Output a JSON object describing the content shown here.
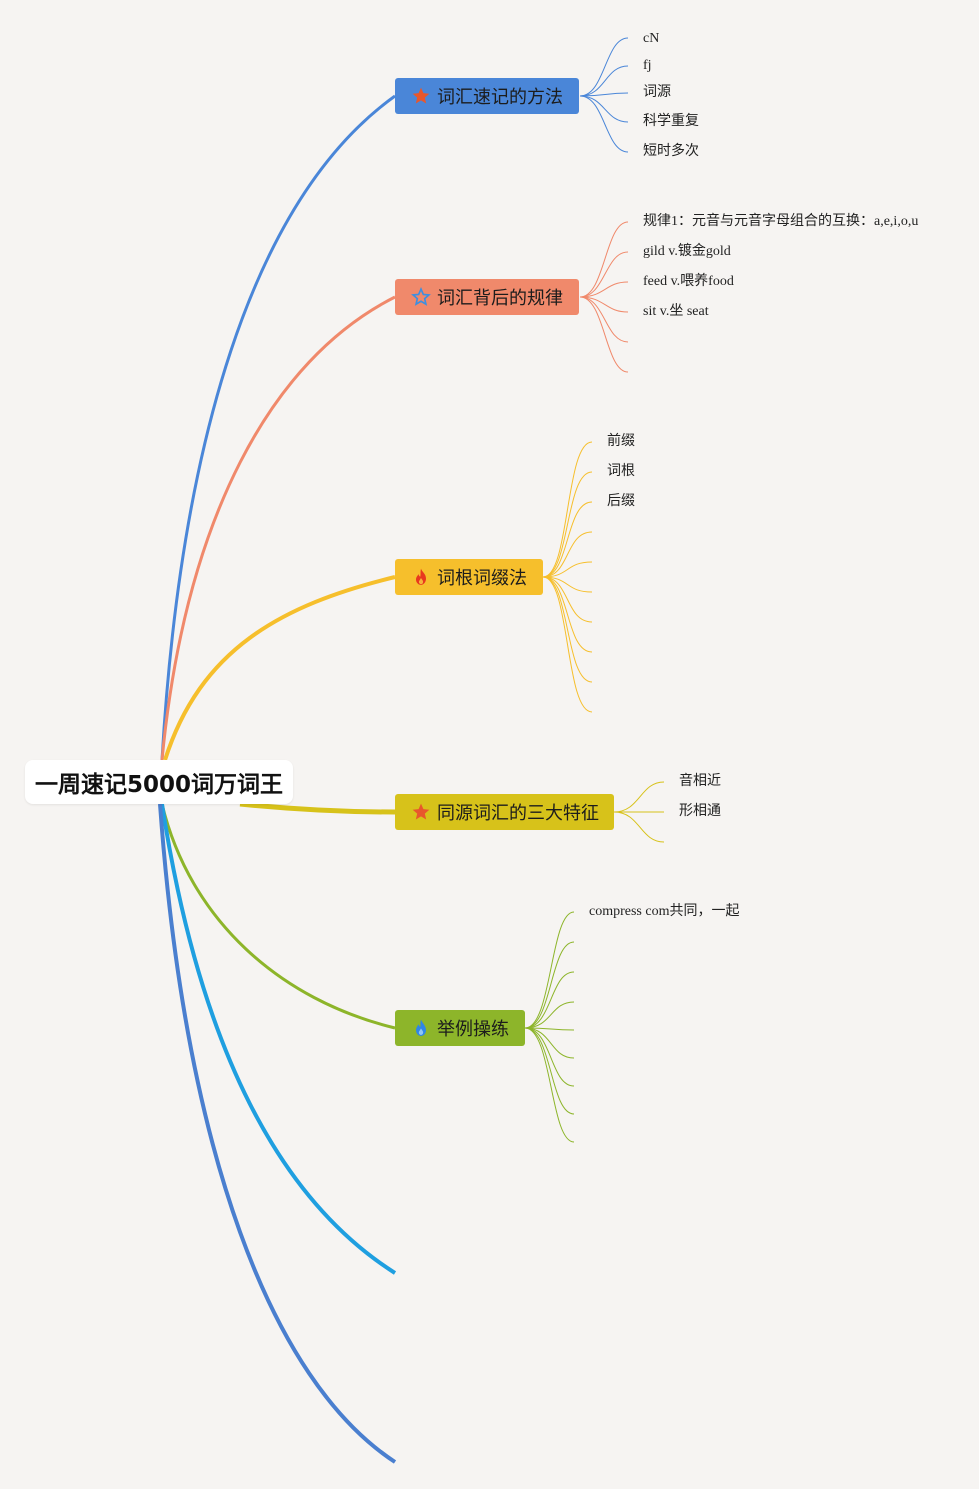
{
  "root": {
    "label": "一周速记5000词万词王"
  },
  "branches": [
    {
      "label": "词汇速记的方法",
      "icon": "star-filled-icon",
      "color": "#4a86d8",
      "leaves": [
        "cN",
        "fj",
        "词源",
        "科学重复",
        "短时多次"
      ]
    },
    {
      "label": "词汇背后的规律",
      "icon": "star-outline-icon",
      "color": "#f0896b",
      "leaves": [
        "规律1：元音与元音字母组合的互换：a,e,i,o,u",
        "gild v.镀金gold",
        "feed v.喂养food",
        "sit v.坐 seat"
      ]
    },
    {
      "label": "词根词缀法",
      "icon": "fire-icon",
      "color": "#f6bf2c",
      "leaves": [
        "前缀",
        "词根",
        "后缀"
      ]
    },
    {
      "label": "同源词汇的三大特征",
      "icon": "star-filled-icon",
      "color": "#d7c21a",
      "leaves": [
        "音相近",
        "形相通"
      ]
    },
    {
      "label": "举例操练",
      "icon": "water-drop-icon",
      "color": "#8db52a",
      "leaves": [
        "compress com共同，一起"
      ]
    }
  ],
  "colors": {
    "background": "#f6f4f2",
    "extra_branch_1": "#1f9fe0",
    "extra_branch_2": "#4a7fcf"
  }
}
